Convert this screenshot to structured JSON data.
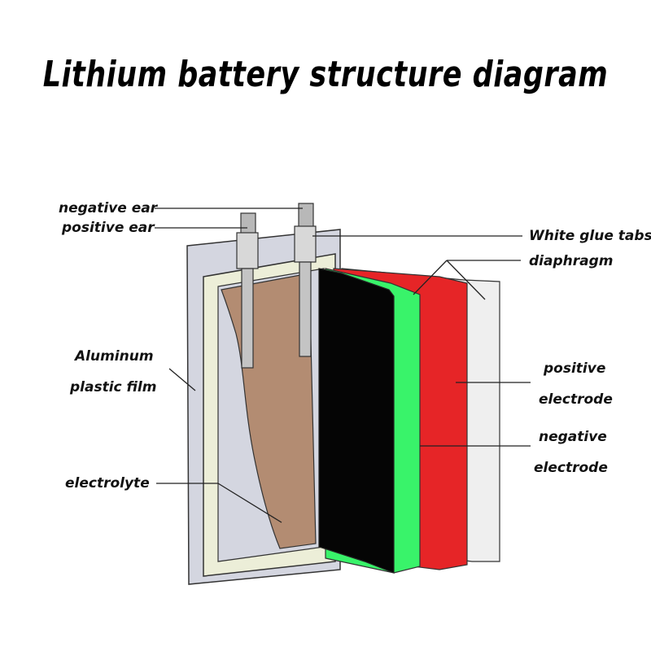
{
  "title": "Lithium battery structure diagram",
  "labels": {
    "negative_ear": "negative ear",
    "positive_ear": "positive ear",
    "white_glue_tabs": "White glue tabs",
    "diaphragm": "diaphragm",
    "aluminum_line1": "Aluminum",
    "aluminum_line2": "plastic film",
    "electrolyte": "electrolyte",
    "positive_electrode_line1": "positive",
    "positive_electrode_line2": "electrode",
    "negative_electrode_line1": "negative",
    "negative_electrode_line2": "electrode"
  },
  "colors": {
    "plastic_film": "#d4d6e0",
    "frame": "#eceed8",
    "electrolyte": "#b38c72",
    "black_layer": "#050505",
    "green_layer": "#39f36a",
    "red_layer": "#e62527",
    "white_layer": "#efefef",
    "tab": "#c8c8c8"
  }
}
